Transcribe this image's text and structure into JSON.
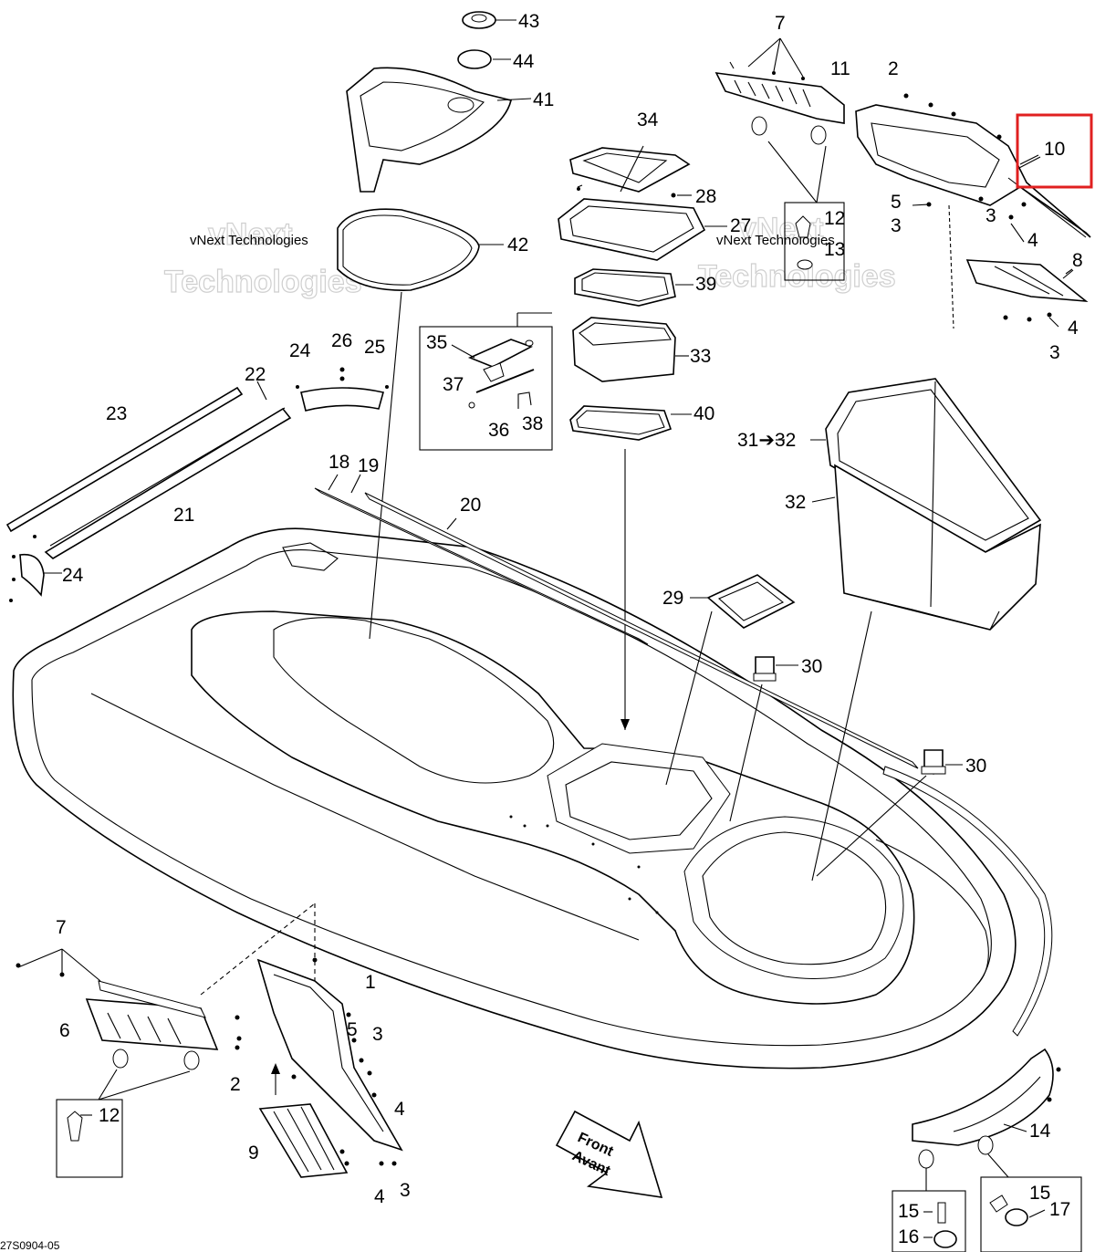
{
  "callouts": {
    "c43": "43",
    "c44": "44",
    "c41": "41",
    "c42": "42",
    "c7a": "7",
    "c11": "11",
    "c2a": "2",
    "c10": "10",
    "c34": "34",
    "c28": "28",
    "c27": "27",
    "c39": "39",
    "c12a": "12",
    "c13": "13",
    "c5a": "5",
    "c3a": "3",
    "c3b": "3",
    "c4a": "4",
    "c8": "8",
    "c4b": "4",
    "c3c": "3",
    "c35": "35",
    "c37": "37",
    "c36": "36",
    "c38": "38",
    "c33": "33",
    "c40": "40",
    "c26": "26",
    "c25": "25",
    "c24a": "24",
    "c22": "22",
    "c23": "23",
    "c21": "21",
    "c24b": "24",
    "c18": "18",
    "c19": "19",
    "c20": "20",
    "c31_32": "31➔32",
    "c32": "32",
    "c29": "29",
    "c30a": "30",
    "c30b": "30",
    "c7b": "7",
    "c6": "6",
    "c12b": "12",
    "c1": "1",
    "c5b": "5",
    "c3d": "3",
    "c2b": "2",
    "c4c": "4",
    "c9": "9",
    "c4d": "4",
    "c3e": "3",
    "c14": "14",
    "c15a": "15",
    "c17": "17",
    "c15b": "15",
    "c16": "16"
  },
  "direction_arrow": {
    "line1": "Front",
    "line2": "Avant"
  },
  "watermark": {
    "line1": "vNext Technologies",
    "line2": "vNext",
    "line3": "Technologies"
  },
  "reference_code": "27S0904-05",
  "highlight": {
    "target_callout": "10",
    "color": "#e02020"
  }
}
